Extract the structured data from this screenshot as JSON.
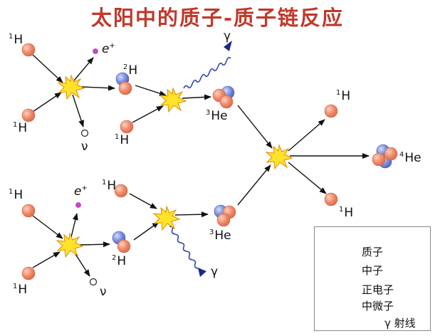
{
  "title": "太阳中的质子-质子链反应",
  "particles": {
    "h1": "H",
    "h1_mass": "1",
    "h2": "H",
    "h2_mass": "2",
    "he3": "He",
    "he3_mass": "3",
    "he4": "He",
    "he4_mass": "4",
    "positron": "e",
    "positron_charge": "+",
    "neutrino": "ν",
    "gamma": "γ"
  },
  "legend": {
    "proton": "质子",
    "neutron": "中子",
    "positron": "正电子",
    "neutrino": "中微子",
    "gamma": "γ 射线"
  },
  "colors": {
    "title": "#c0392b",
    "proton": "#f08a6a",
    "neutron": "#7a8fe0",
    "positron": "#cc44cc",
    "gamma_wave": "#3344aa",
    "flash": "#ffe22a"
  }
}
